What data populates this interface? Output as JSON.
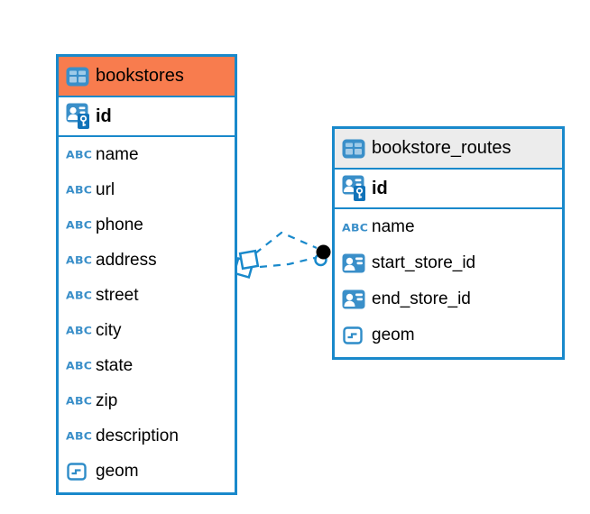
{
  "icons": {
    "text_type_label": "ABC"
  },
  "colors": {
    "accent_blue": "#1989CB",
    "icon_blue": "#3A8FC9",
    "bookstores_header": "#F87C4E",
    "routes_header": "#ECECEC",
    "relationship_dot": "#000000"
  },
  "tables": [
    {
      "title": "bookstores",
      "primary_key": {
        "name": "id"
      },
      "columns": [
        {
          "name": "name",
          "type": "text"
        },
        {
          "name": "url",
          "type": "text"
        },
        {
          "name": "phone",
          "type": "text"
        },
        {
          "name": "address",
          "type": "text"
        },
        {
          "name": "street",
          "type": "text"
        },
        {
          "name": "city",
          "type": "text"
        },
        {
          "name": "state",
          "type": "text"
        },
        {
          "name": "zip",
          "type": "text"
        },
        {
          "name": "description",
          "type": "text"
        },
        {
          "name": "geom",
          "type": "geometry"
        }
      ]
    },
    {
      "title": "bookstore_routes",
      "primary_key": {
        "name": "id"
      },
      "columns": [
        {
          "name": "name",
          "type": "text"
        },
        {
          "name": "start_store_id",
          "type": "reference"
        },
        {
          "name": "end_store_id",
          "type": "reference"
        },
        {
          "name": "geom",
          "type": "geometry"
        }
      ]
    }
  ],
  "relationships": [
    {
      "from_table": "bookstore_routes",
      "to_table": "bookstores",
      "line_style": "dashed"
    },
    {
      "from_table": "bookstore_routes",
      "to_table": "bookstores",
      "line_style": "dashed"
    }
  ]
}
